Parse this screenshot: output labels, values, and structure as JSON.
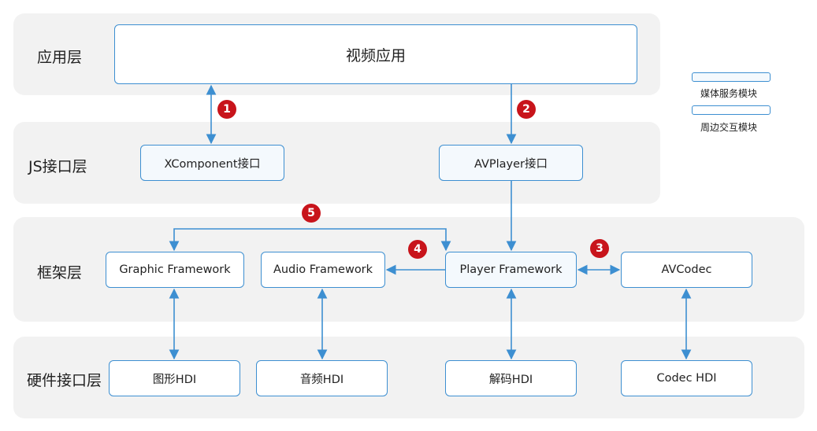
{
  "layers": {
    "app": "应用层",
    "js": "JS接口层",
    "framework": "框架层",
    "hdi": "硬件接口层"
  },
  "boxes": {
    "video_app": "视频应用",
    "xcomponent": "XComponent接口",
    "avplayer": "AVPlayer接口",
    "graphic_framework": "Graphic Framework",
    "audio_framework": "Audio Framework",
    "player_framework": "Player Framework",
    "avcodec": "AVCodec",
    "graphic_hdi": "图形HDI",
    "audio_hdi": "音频HDI",
    "decode_hdi": "解码HDI",
    "codec_hdi": "Codec HDI"
  },
  "badges": [
    "1",
    "2",
    "3",
    "4",
    "5"
  ],
  "legend": {
    "media_service": "媒体服务模块",
    "peripheral": "周边交互模块"
  },
  "colors": {
    "accent": "#3d8fd1",
    "badge": "#c8141b",
    "layer_bg": "#f2f2f2"
  }
}
